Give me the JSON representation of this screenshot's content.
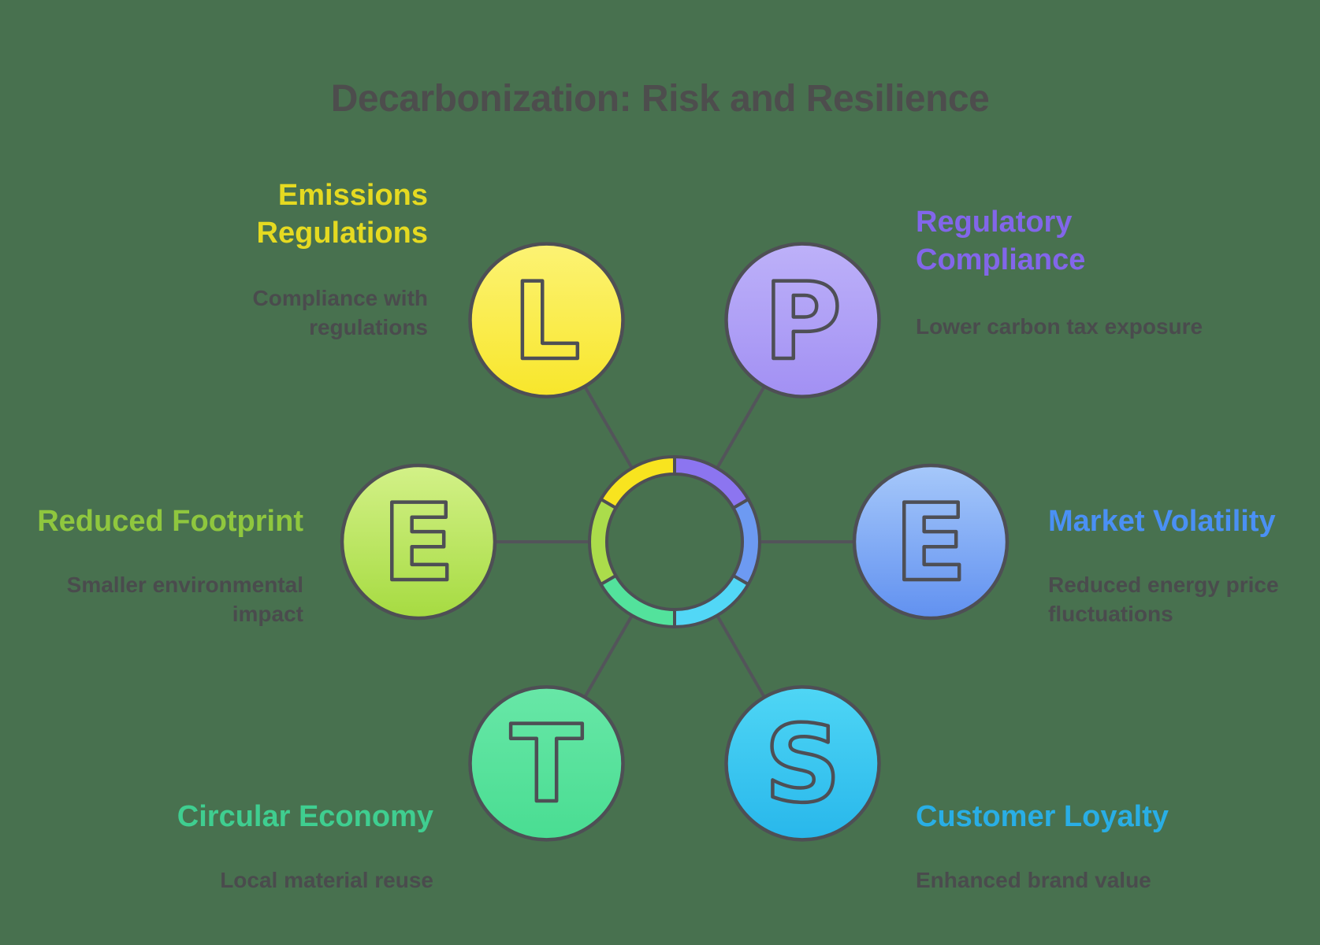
{
  "canvas": {
    "background_color": "#48714f",
    "line_color": "#53545a",
    "outline_color": "#4e4f55",
    "body_text_color": "#4a4b4d"
  },
  "title": {
    "text": "Decarbonization: Risk and Resilience",
    "color": "#4d4d4d"
  },
  "nodes": [
    {
      "id": "legal",
      "letter": "L",
      "label": "Emissions\nRegulations",
      "description": "Compliance with\nregulations",
      "label_color": "#e5da21",
      "circle_top": "#fcf374",
      "circle_bottom": "#f8e62b",
      "ring_color": "#f8e41f"
    },
    {
      "id": "political",
      "letter": "P",
      "label": "Regulatory\nCompliance",
      "description": "Lower carbon tax exposure",
      "label_color": "#8266ea",
      "circle_top": "#bdb1f9",
      "circle_bottom": "#a290f3",
      "ring_color": "#8c75f0"
    },
    {
      "id": "environmental",
      "letter": "E",
      "label": "Reduced Footprint",
      "description": "Smaller environmental\nimpact",
      "label_color": "#8fc73e",
      "circle_top": "#d3f188",
      "circle_bottom": "#a6db41",
      "ring_color": "#abdc4b"
    },
    {
      "id": "economic",
      "letter": "E",
      "label": "Market Volatility",
      "description": "Reduced energy price\nfluctuations",
      "label_color": "#4a90f4",
      "circle_top": "#a6c8fa",
      "circle_bottom": "#6191f0",
      "ring_color": "#6d9af2"
    },
    {
      "id": "technological",
      "letter": "T",
      "label": "Circular Economy",
      "description": "Local material reuse",
      "label_color": "#3fce90",
      "circle_top": "#68e7a7",
      "circle_bottom": "#49dd92",
      "ring_color": "#53e29c"
    },
    {
      "id": "social",
      "letter": "S",
      "label": "Customer Loyalty",
      "description": "Enhanced brand value",
      "label_color": "#29aee5",
      "circle_top": "#4fd6f5",
      "circle_bottom": "#28b7eb",
      "ring_color": "#52d7f6"
    }
  ]
}
